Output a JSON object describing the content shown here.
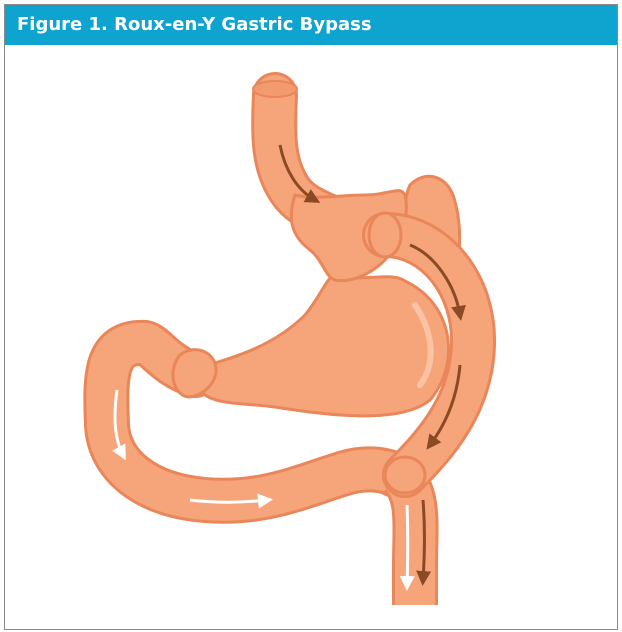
{
  "figure": {
    "title": "Figure 1. Roux-en-Y Gastric Bypass"
  },
  "colors": {
    "header_bg": "#0fa3cf",
    "header_text": "#ffffff",
    "tissue_fill": "#f6a47a",
    "tissue_outline": "#e9865a",
    "tissue_highlight": "#fbc3a4",
    "arrow_dark": "#8a4a24",
    "arrow_light": "#ffffff",
    "frame_border": "#8a8a8a"
  },
  "illustration": {
    "subject": "roux-en-y-gastric-bypass",
    "flow_arrows": [
      "esophagus-to-pouch",
      "roux-limb-down",
      "excluded-limb-to-jejunum",
      "common-channel-down"
    ]
  }
}
